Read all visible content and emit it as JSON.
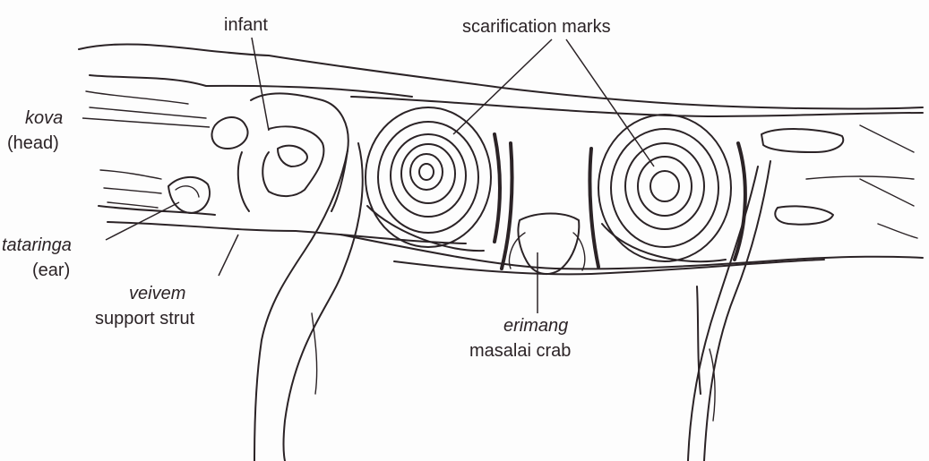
{
  "labels": {
    "infant": "infant",
    "scarification": "scarification marks",
    "kova": "kova",
    "head": "(head)",
    "tataringa": "tataringa",
    "ear": "(ear)",
    "veivem": "veivem",
    "support_strut": "support strut",
    "erimang": "erimang",
    "masalai_crab": "masalai crab"
  }
}
